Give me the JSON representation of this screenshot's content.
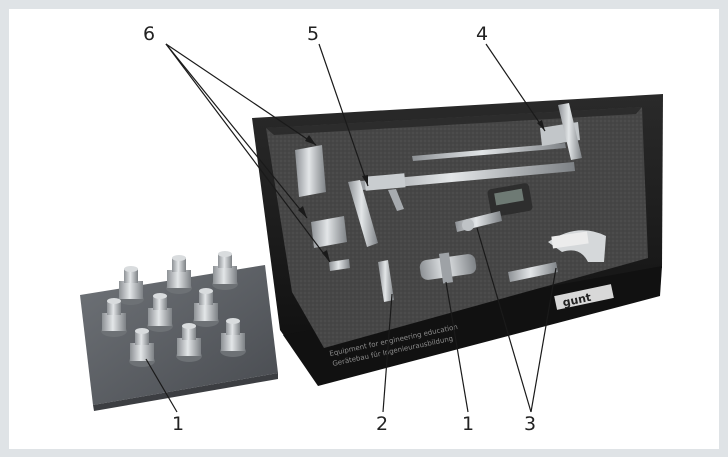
{
  "labels": {
    "c6": "6",
    "c5": "5",
    "c4": "4",
    "b1a": "1",
    "b2": "2",
    "b1b": "1",
    "b3": "3"
  },
  "case": {
    "brand": "gunt",
    "lid_text_line1": "Equipment for engineering education",
    "lid_text_line2": "Gerätebau für Ingenieurausbildung"
  },
  "colors": {
    "background": "#dfe3e6",
    "panel": "#ffffff",
    "case": "#1b1b1b",
    "foam": "#4a4a4a",
    "plate": "#5d6065",
    "metal": "#b9bdc0"
  }
}
